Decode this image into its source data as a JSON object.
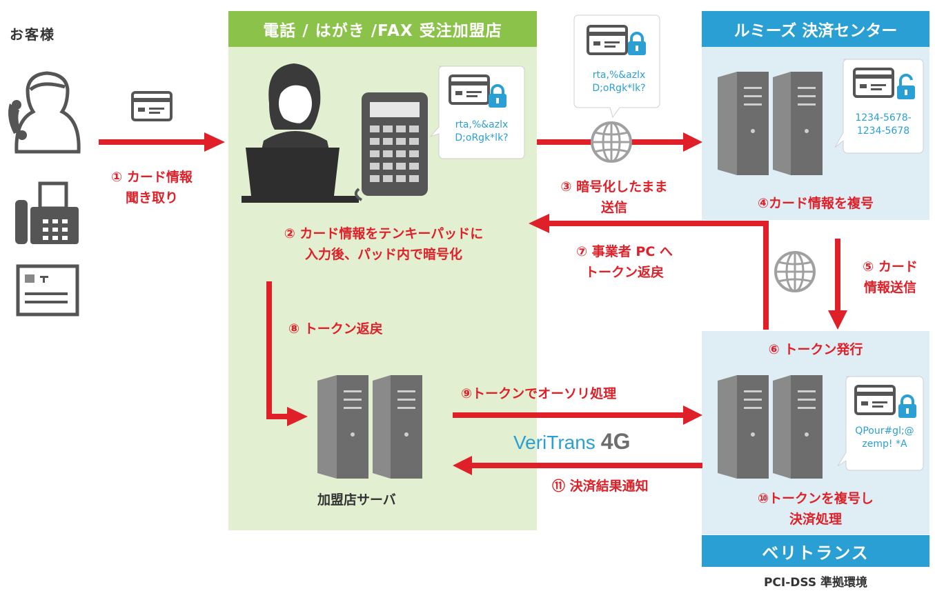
{
  "customer": {
    "title": "お客様"
  },
  "merchant": {
    "header": "電話 / はがき /FAX 受注加盟店",
    "server_label": "加盟店サーバ"
  },
  "lumiz": {
    "header": "ルミーズ 決済センター"
  },
  "veritrans": {
    "header": "ベリトランス",
    "logo_text": "VeriTrans",
    "logo_suffix": "4G"
  },
  "pci": {
    "label": "PCI-DSS 準拠環境"
  },
  "bubbles": {
    "pad": [
      "rta,%&azlx",
      "D;oRgk*lk?"
    ],
    "transit": [
      "rta,%&azlx",
      "D;oRgk*lk?"
    ],
    "decrypted": [
      "1234-5678-",
      "1234-5678"
    ],
    "token": [
      "QPour#gl;@",
      "zemp! *A"
    ]
  },
  "steps": {
    "s1": [
      "① カード情報",
      "聞き取り"
    ],
    "s2": [
      "② カード情報をテンキーパッドに",
      "入力後、パッド内で暗号化"
    ],
    "s3": [
      "③ 暗号化したまま",
      "送信"
    ],
    "s4": "④カード情報を複号",
    "s5": [
      "⑤ カード",
      "情報送信"
    ],
    "s6": "⑥ トークン発行",
    "s7": [
      "⑦ 事業者 PC へ",
      "トークン返戻"
    ],
    "s8": "⑧ トークン返戻",
    "s9": "⑨トークンでオーソリ処理",
    "s10": [
      "⑩トークンを複号し",
      "決済処理"
    ],
    "s11": "⑪ 決済結果通知"
  },
  "colors": {
    "arrow": "#e02028",
    "green": "#8bc34a",
    "blue": "#2a9fd4",
    "icon": "#555555"
  }
}
